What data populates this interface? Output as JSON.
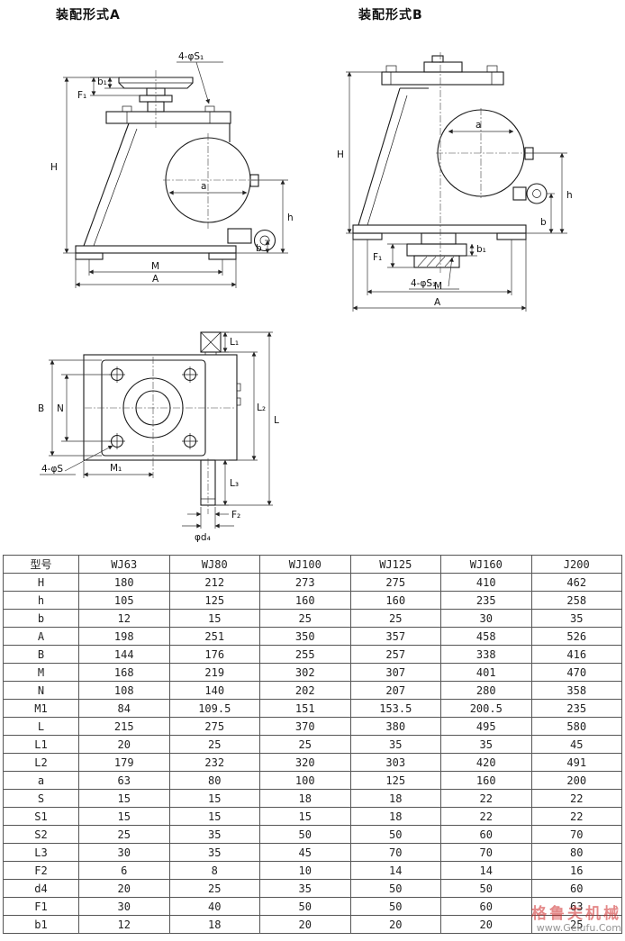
{
  "titles": {
    "a": "装配形式A",
    "b": "装配形式B"
  },
  "drawingA": {
    "labels": {
      "H": "H",
      "h": "h",
      "b": "b",
      "a": "a",
      "M": "M",
      "A": "A",
      "F1": "F₁",
      "b1": "b₁",
      "S1": "4-φS₁"
    }
  },
  "drawingB": {
    "labels": {
      "H": "H",
      "h": "h",
      "b": "b",
      "a": "a",
      "M": "M",
      "A": "A",
      "F1": "F₁",
      "b1": "b₁",
      "S1": "4-φS₁"
    }
  },
  "drawingC": {
    "labels": {
      "L1": "L₁",
      "B": "B",
      "N": "N",
      "L2": "L₂",
      "L": "L",
      "S": "4-φS",
      "M1": "M₁",
      "L3": "L₃",
      "F2": "F₂",
      "d4": "φd₄"
    }
  },
  "table": {
    "header": [
      "型号",
      "WJ63",
      "WJ80",
      "WJ100",
      "WJ125",
      "WJ160",
      "J200"
    ],
    "rows": [
      {
        "param": "H",
        "values": [
          "180",
          "212",
          "273",
          "275",
          "410",
          "462"
        ]
      },
      {
        "param": "h",
        "values": [
          "105",
          "125",
          "160",
          "160",
          "235",
          "258"
        ]
      },
      {
        "param": "b",
        "values": [
          "12",
          "15",
          "25",
          "25",
          "30",
          "35"
        ]
      },
      {
        "param": "A",
        "values": [
          "198",
          "251",
          "350",
          "357",
          "458",
          "526"
        ]
      },
      {
        "param": "B",
        "values": [
          "144",
          "176",
          "255",
          "257",
          "338",
          "416"
        ]
      },
      {
        "param": "M",
        "values": [
          "168",
          "219",
          "302",
          "307",
          "401",
          "470"
        ]
      },
      {
        "param": "N",
        "values": [
          "108",
          "140",
          "202",
          "207",
          "280",
          "358"
        ]
      },
      {
        "param": "M1",
        "values": [
          "84",
          "109.5",
          "151",
          "153.5",
          "200.5",
          "235"
        ]
      },
      {
        "param": "L",
        "values": [
          "215",
          "275",
          "370",
          "380",
          "495",
          "580"
        ]
      },
      {
        "param": "L1",
        "values": [
          "20",
          "25",
          "25",
          "35",
          "35",
          "45"
        ]
      },
      {
        "param": "L2",
        "values": [
          "179",
          "232",
          "320",
          "303",
          "420",
          "491"
        ]
      },
      {
        "param": "a",
        "values": [
          "63",
          "80",
          "100",
          "125",
          "160",
          "200"
        ]
      },
      {
        "param": "S",
        "values": [
          "15",
          "15",
          "18",
          "18",
          "22",
          "22"
        ]
      },
      {
        "param": "S1",
        "values": [
          "15",
          "15",
          "15",
          "18",
          "22",
          "22"
        ]
      },
      {
        "param": "S2",
        "values": [
          "25",
          "35",
          "50",
          "50",
          "60",
          "70"
        ]
      },
      {
        "param": "L3",
        "values": [
          "30",
          "35",
          "45",
          "70",
          "70",
          "80"
        ]
      },
      {
        "param": "F2",
        "values": [
          "6",
          "8",
          "10",
          "14",
          "14",
          "16"
        ]
      },
      {
        "param": "d4",
        "values": [
          "20",
          "25",
          "35",
          "50",
          "50",
          "60"
        ]
      },
      {
        "param": "F1",
        "values": [
          "30",
          "40",
          "50",
          "50",
          "60",
          "63"
        ]
      },
      {
        "param": "b1",
        "values": [
          "12",
          "18",
          "20",
          "20",
          "20",
          "25"
        ]
      }
    ]
  },
  "watermark": {
    "brand": "格鲁夫机械",
    "url": "www.Gelufu.Com"
  }
}
